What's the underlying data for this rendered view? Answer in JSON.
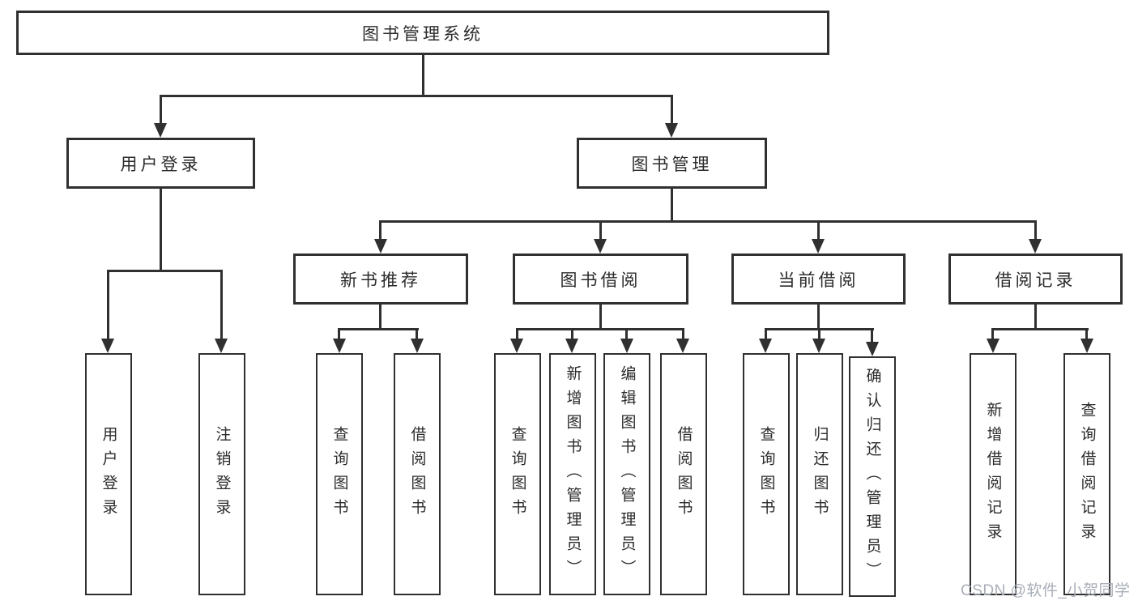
{
  "tree": {
    "root": {
      "label": "图书管理系统",
      "children": [
        {
          "label": "用户登录",
          "children": [
            {
              "label": "用户登录"
            },
            {
              "label": "注销登录"
            }
          ]
        },
        {
          "label": "图书管理",
          "children": [
            {
              "label": "新书推荐",
              "children": [
                {
                  "label": "查询图书"
                },
                {
                  "label": "借阅图书"
                }
              ]
            },
            {
              "label": "图书借阅",
              "children": [
                {
                  "label": "查询图书"
                },
                {
                  "label": "新增图书（管理员）"
                },
                {
                  "label": "编辑图书（管理员）"
                },
                {
                  "label": "借阅图书"
                }
              ]
            },
            {
              "label": "当前借阅",
              "children": [
                {
                  "label": "查询图书"
                },
                {
                  "label": "归还图书"
                },
                {
                  "label": "确认归还（管理员）"
                }
              ]
            },
            {
              "label": "借阅记录",
              "children": [
                {
                  "label": "新增借阅记录"
                },
                {
                  "label": "查询借阅记录"
                }
              ]
            }
          ]
        }
      ]
    }
  },
  "watermark": {
    "text": "CSDN @软件_小贺同学"
  },
  "colors": {
    "line": "#303030",
    "box_border": "#303030",
    "box_fill": "#ffffff",
    "text": "#2b2b2b",
    "watermark": "#a9aeb8",
    "background": "#ffffff"
  }
}
